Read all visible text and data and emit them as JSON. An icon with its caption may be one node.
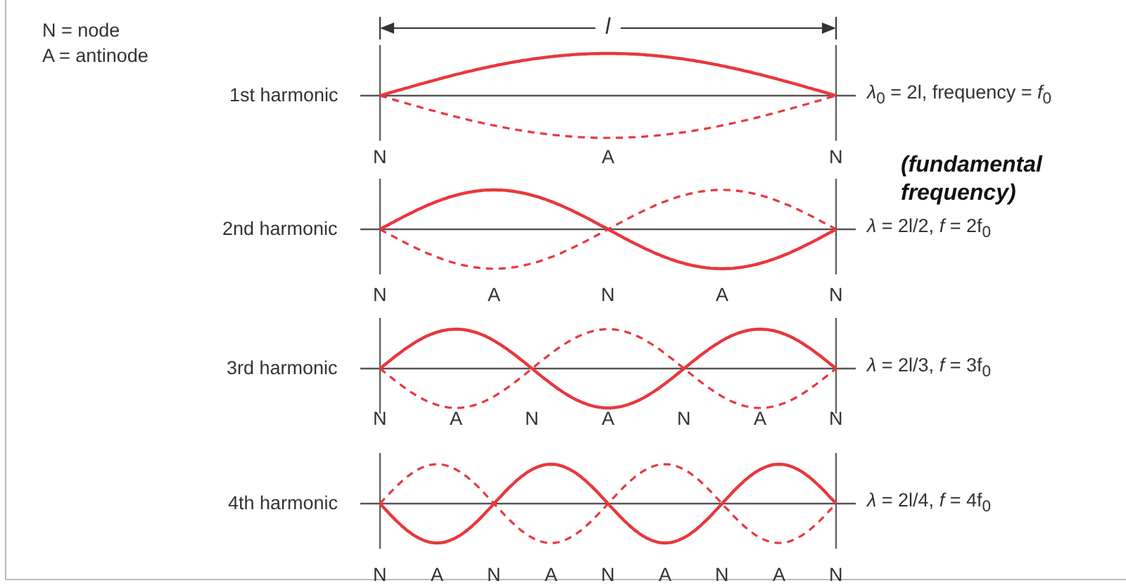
{
  "diagram": {
    "labels": [
      "N = node",
      "A = antinode",
      "*l*",
      "1st harmonic",
      "*λ*$_{0}$ = 2l, frequency = *f*$_{0}$",
      "N",
      "A",
      "N",
      "(fundamental frequency)",
      "2nd harmonic",
      "*λ* = 2l/2, *f* = 2f$_{0}$",
      "N",
      "A",
      "N",
      "A",
      "N",
      "3rd harmonic",
      "*λ* = 2l/3, *f* = 3f$_{0}$",
      "N",
      "A",
      "N",
      "A",
      "N",
      "A",
      "N",
      "4th harmonic",
      "*λ* = 2l/4, *f* = 4f$_{0}$",
      "N",
      "A",
      "N",
      "A",
      "N",
      "A",
      "N",
      "A",
      "N"
    ]
  }
}
